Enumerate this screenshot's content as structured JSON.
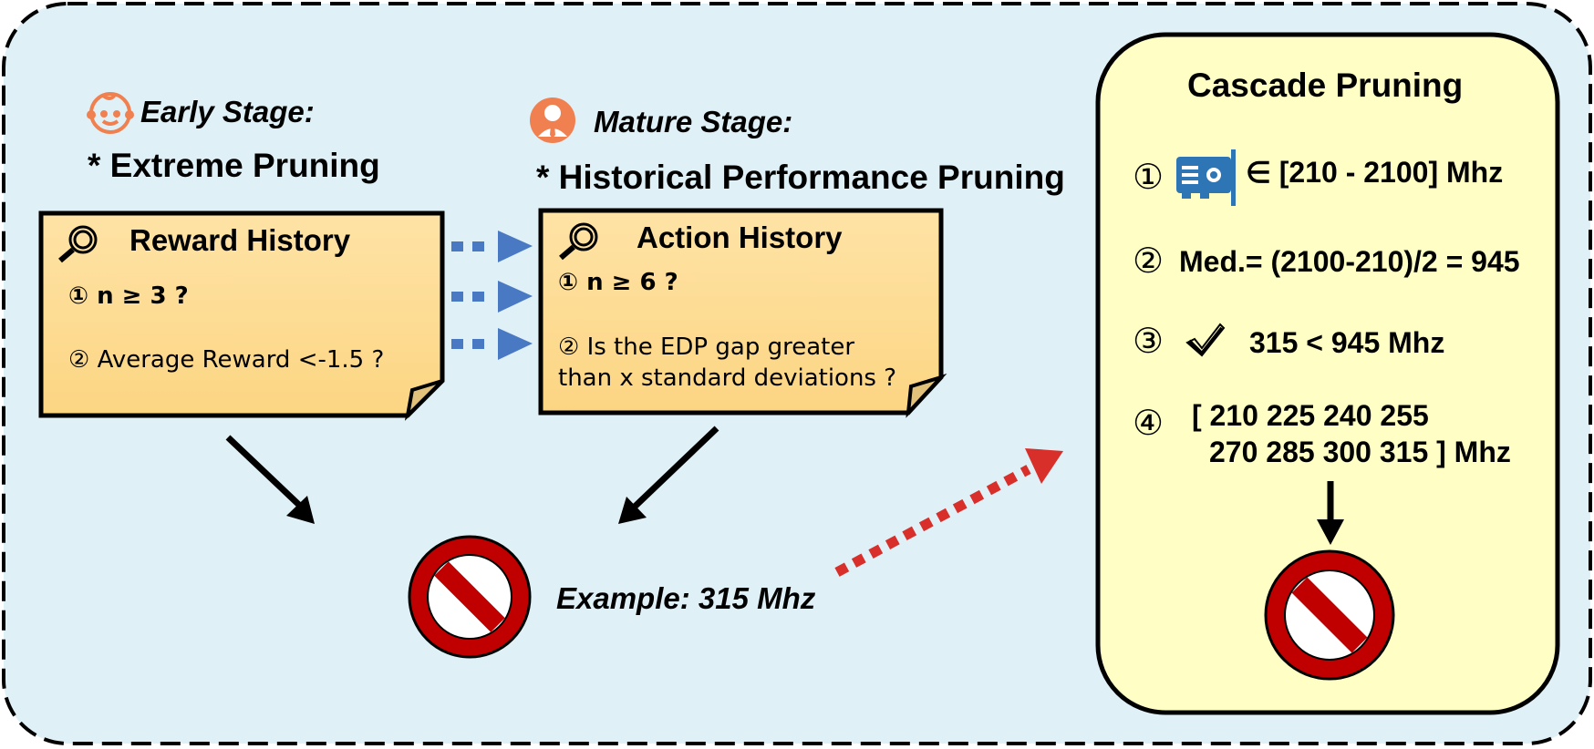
{
  "early": {
    "stage_label": "Early Stage:",
    "method": "* Extreme Pruning",
    "note": {
      "title": "Reward History",
      "item1": "① n ≥ 3 ?",
      "item2": "② Average Reward <-1.5 ?"
    }
  },
  "mature": {
    "stage_label": "Mature Stage:",
    "method": "* Historical Performance Pruning",
    "note": {
      "title": "Action History",
      "item1": "① n ≥ 6 ?",
      "item2_line1": "② Is the EDP gap greater",
      "item2_line2": "than x standard deviations ?"
    }
  },
  "example": "Example: 315 Mhz",
  "cascade": {
    "title": "Cascade Pruning",
    "steps": [
      {
        "num": "①",
        "text": "∈ [210 - 2100] Mhz"
      },
      {
        "num": "②",
        "text": "Med.= (2100-210)/2 = 945"
      },
      {
        "num": "③",
        "text": "315 < 945 Mhz"
      },
      {
        "num": "④",
        "line1": "[ 210 225 240 255",
        "line2": "270 285 300 315 ] Mhz"
      }
    ]
  },
  "icons": {
    "early": "baby-face-icon",
    "mature": "person-icon",
    "search": "magnifier-icon",
    "gpu": "gpu-card-icon",
    "check": "checkmark-icon",
    "forbidden": "prohibition-icon"
  },
  "colors": {
    "background": "#dff0f7",
    "note_fill": "#fdd98c",
    "cascade_fill": "#ffffc5",
    "blue_arrow": "#4a79c3",
    "red_arrow": "#d92f2a",
    "prohibit_red": "#c00000",
    "orange_icon": "#f08050",
    "gpu_blue": "#2e75b6"
  }
}
